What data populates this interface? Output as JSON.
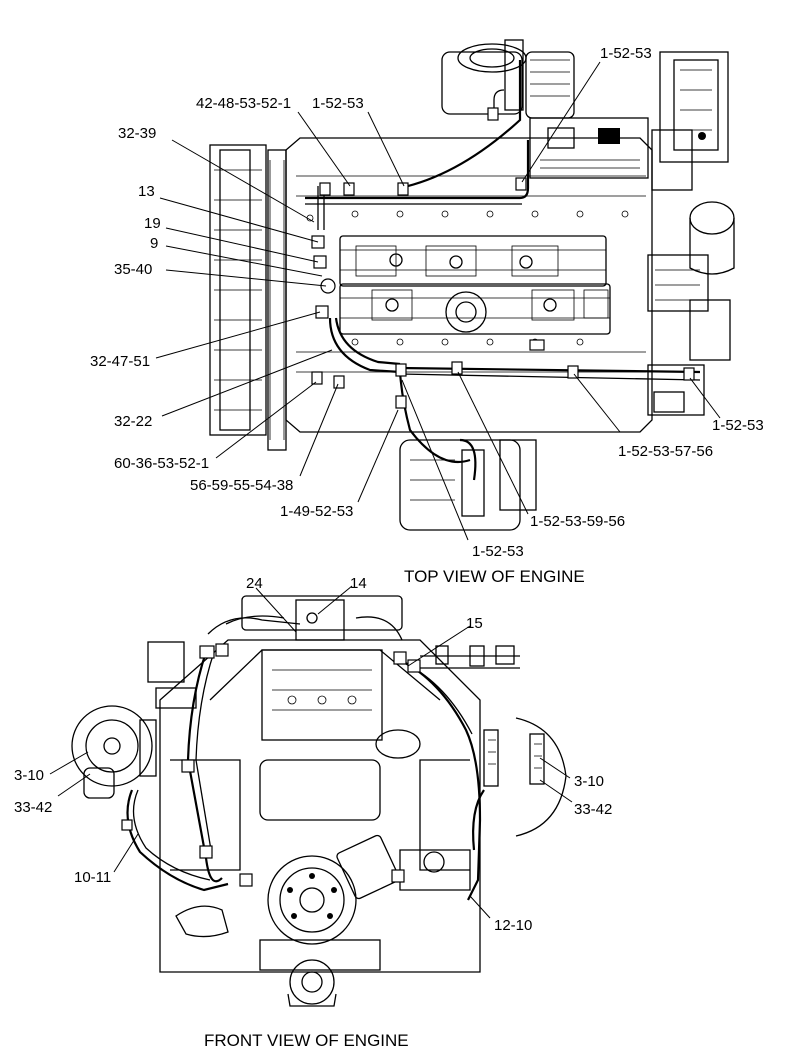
{
  "captions": {
    "top": "TOP VIEW OF ENGINE",
    "front": "FRONT VIEW OF ENGINE"
  },
  "top_view_callouts": [
    "42-48-53-52-1",
    "1-52-53",
    "1-52-53",
    "32-39",
    "13",
    "19",
    "9",
    "35-40",
    "32-47-51",
    "32-22",
    "60-36-53-52-1",
    "56-59-55-54-38",
    "1-49-52-53",
    "1-52-53",
    "1-52-53-59-56",
    "1-52-53-57-56",
    "1-52-53"
  ],
  "front_view_callouts": [
    "24",
    "14",
    "15",
    "3-10",
    "33-42",
    "3-10",
    "33-42",
    "10-11",
    "12-10"
  ]
}
